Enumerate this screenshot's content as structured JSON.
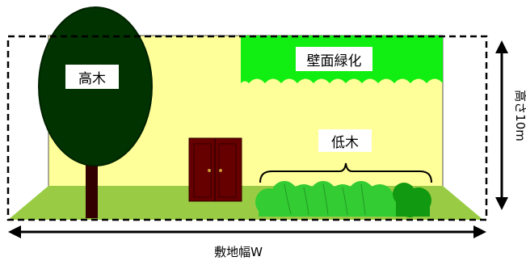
{
  "labels": {
    "tall_tree": "高木",
    "wall_greening": "壁面緑化",
    "low_tree": "低木",
    "site_width": "敷地幅W",
    "height": "高さ10m"
  },
  "colors": {
    "building": "#ffff99",
    "ground": "#99cc44",
    "tree_crown": "#003300",
    "trunk": "#330000",
    "wall_green": "#11ee11",
    "door": "#660000",
    "shrub_light": "#33cc33",
    "shrub_dark": "#119911"
  }
}
